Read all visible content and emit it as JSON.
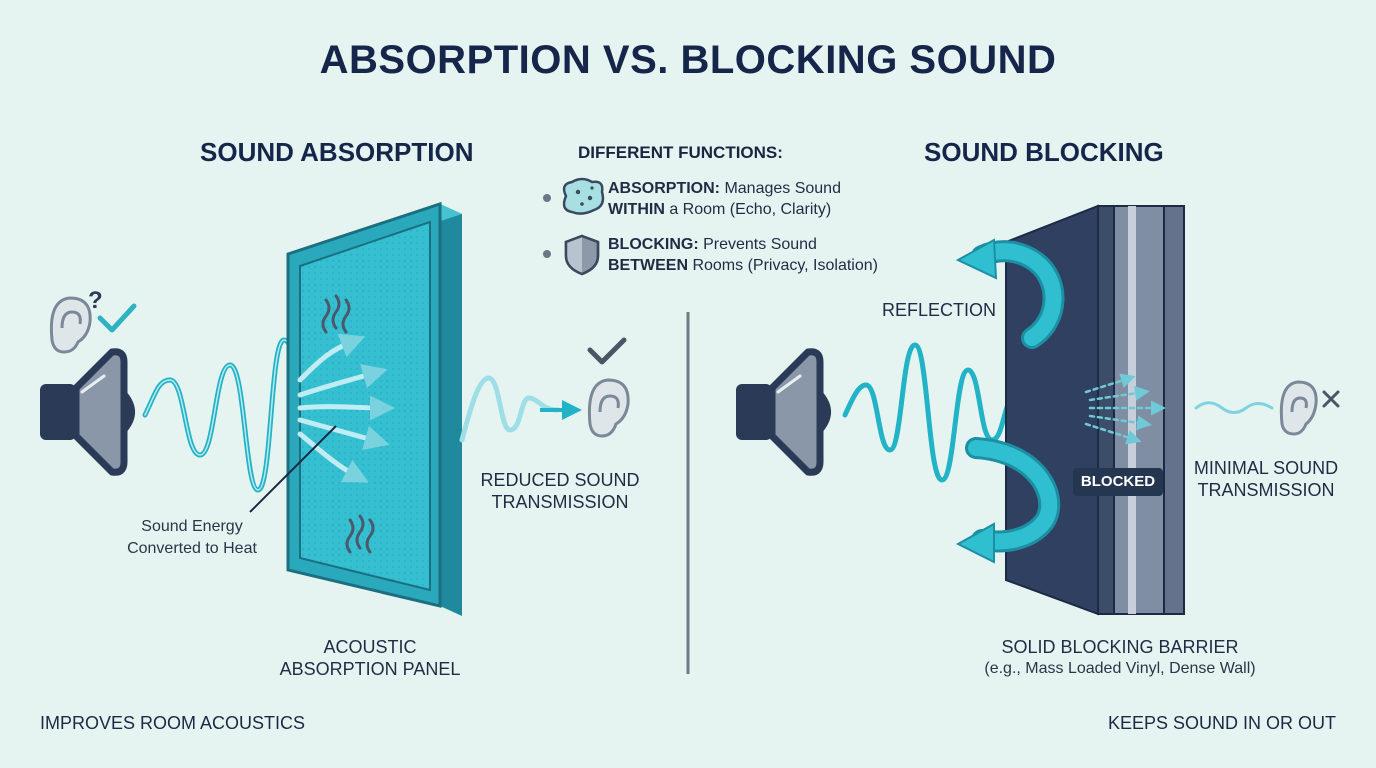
{
  "title": "ABSORPTION VS. BLOCKING SOUND",
  "left": {
    "heading": "SOUND ABSORPTION",
    "energy_label_1": "Sound Energy",
    "energy_label_2": "Converted to Heat",
    "panel_label_1": "ACOUSTIC",
    "panel_label_2": "ABSORPTION PANEL",
    "reduced_1": "REDUCED SOUND",
    "reduced_2": "TRANSMISSION",
    "footer": "IMPROVES ROOM ACOUSTICS"
  },
  "functions": {
    "heading": "DIFFERENT FUNCTIONS:",
    "absorption": {
      "label": "ABSORPTION:",
      "line1_rest": " Manages Sound",
      "line2_bold": "WITHIN",
      "line2_rest": " a Room (Echo, Clarity)",
      "icon": "sponge-icon"
    },
    "blocking": {
      "label": "BLOCKING:",
      "line1_rest": " Prevents Sound",
      "line2_bold": "BETWEEN",
      "line2_rest": " Rooms (Privacy, Isolation)",
      "icon": "shield-icon"
    }
  },
  "right": {
    "heading": "SOUND BLOCKING",
    "reflection": "REFLECTION",
    "blocked_badge": "BLOCKED",
    "minimal_1": "MINIMAL SOUND",
    "minimal_2": "TRANSMISSION",
    "barrier_label": "SOLID BLOCKING BARRIER",
    "barrier_sub": "(e.g., Mass Loaded Vinyl, Dense Wall)",
    "footer": "KEEPS SOUND IN OR OUT"
  },
  "colors": {
    "background": "#e6f4f1",
    "teal": "#22b3c7",
    "panel": "#2aa9bd",
    "navy": "#253650",
    "speaker": "#2b3a57"
  }
}
